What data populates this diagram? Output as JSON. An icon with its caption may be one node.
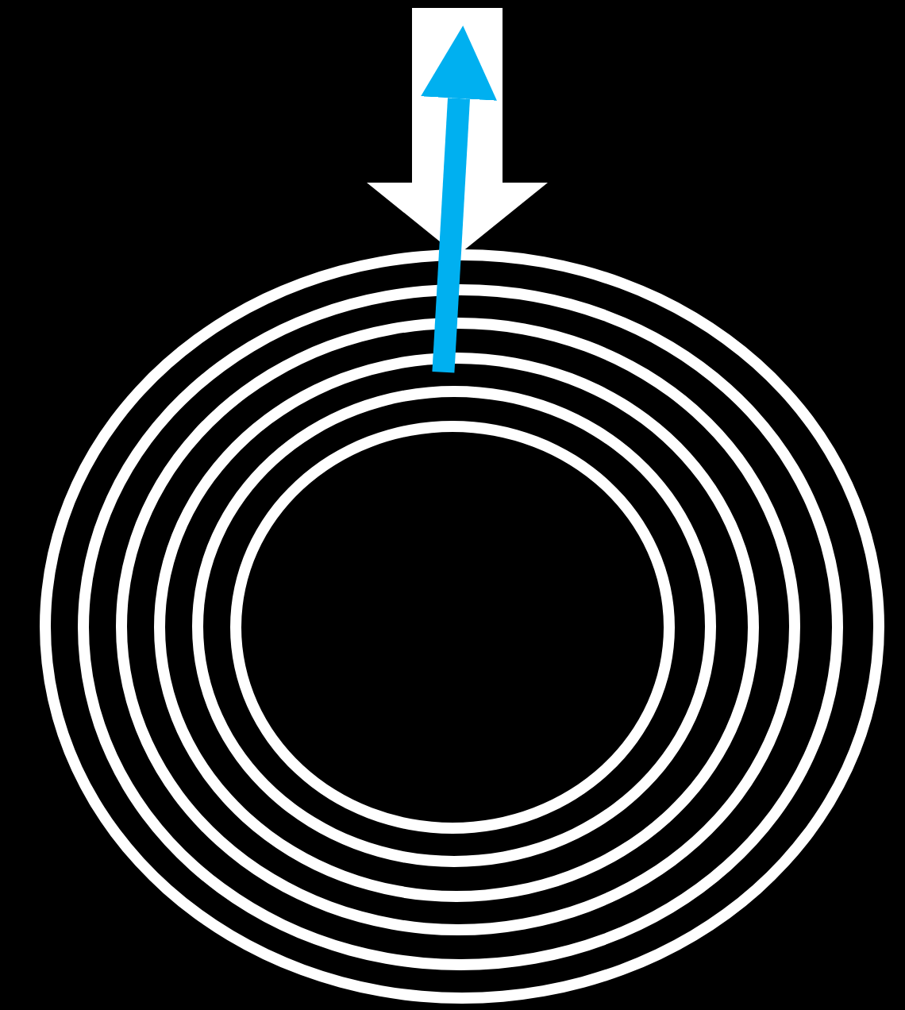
{
  "diagram": {
    "nodes": [
      {
        "text": [],
        "shape": "circle"
      },
      {
        "text": [],
        "shape": "circle",
        "in": 0
      },
      {
        "text": [],
        "shape": "circle",
        "in": 1
      },
      {
        "text": [],
        "shape": "circle",
        "in": 2
      },
      {
        "text": [],
        "shape": "circle",
        "in": 3
      },
      {
        "text": [],
        "shape": "circle",
        "in": 4
      }
    ],
    "edges": [
      {
        "from": null,
        "to": 0,
        "arrow": "to",
        "style": "thick"
      },
      {
        "from": 4,
        "to": null,
        "arrow": "to",
        "color": "#00b0f0"
      }
    ]
  }
}
